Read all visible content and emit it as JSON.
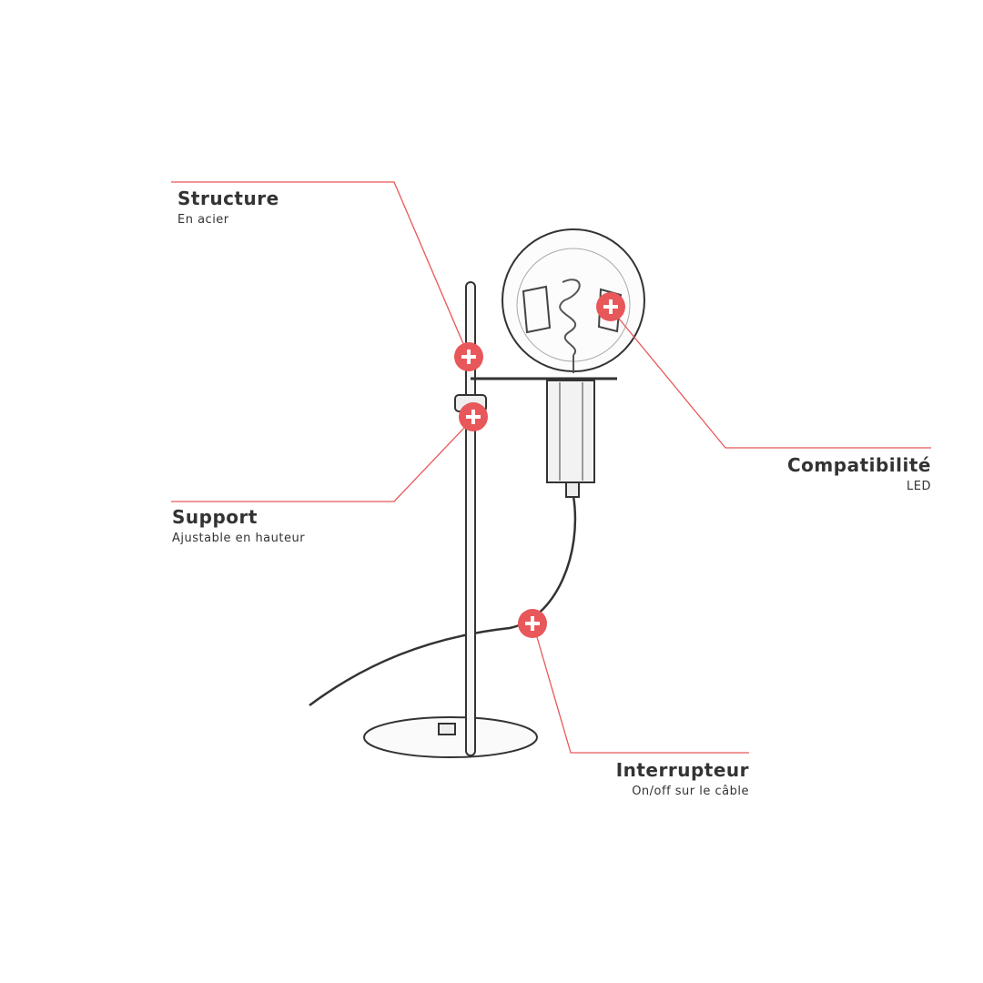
{
  "features": [
    {
      "title": "Structure",
      "subtitle": "En acier"
    },
    {
      "title": "Support",
      "subtitle": "Ajustable en hauteur"
    },
    {
      "title": "Compatibilité",
      "subtitle": "LED"
    },
    {
      "title": "Interrupteur",
      "subtitle": "On/off sur le câble"
    }
  ],
  "colors": {
    "accent": "#e8575a",
    "text": "#333333"
  }
}
